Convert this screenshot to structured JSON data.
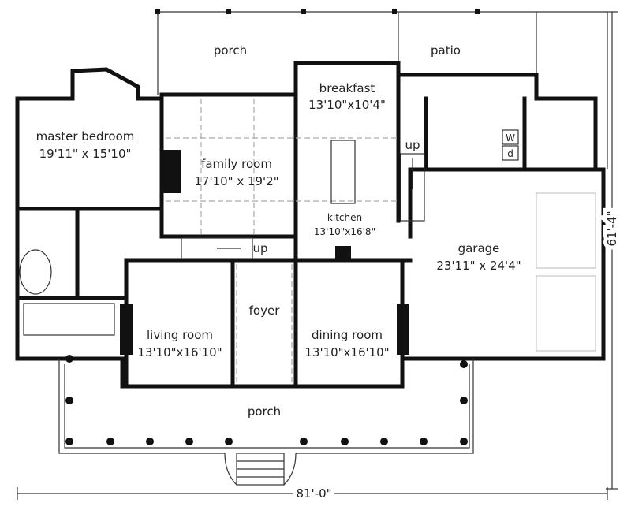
{
  "rooms": {
    "porch_rear": {
      "name": "porch"
    },
    "patio": {
      "name": "patio"
    },
    "breakfast": {
      "name": "breakfast",
      "size": "13'10\"x10'4\""
    },
    "master_bedroom": {
      "name": "master bedroom",
      "size": "19'11\" x 15'10\""
    },
    "family_room": {
      "name": "family room",
      "size": "17'10\" x 19'2\""
    },
    "kitchen": {
      "name": "kitchen",
      "size": "13'10\"x16'8\""
    },
    "garage": {
      "name": "garage",
      "size": "23'11\" x 24'4\""
    },
    "foyer": {
      "name": "foyer"
    },
    "living_room": {
      "name": "living room",
      "size": "13'10\"x16'10\""
    },
    "dining_room": {
      "name": "dining room",
      "size": "13'10\"x16'10\""
    },
    "porch_front": {
      "name": "porch"
    }
  },
  "stairs": {
    "rear_up": "up",
    "main_up": "up"
  },
  "laundry": {
    "washer": "W",
    "dryer": "d"
  },
  "dimensions": {
    "width": "81'-0\"",
    "depth": "61'-4\""
  }
}
